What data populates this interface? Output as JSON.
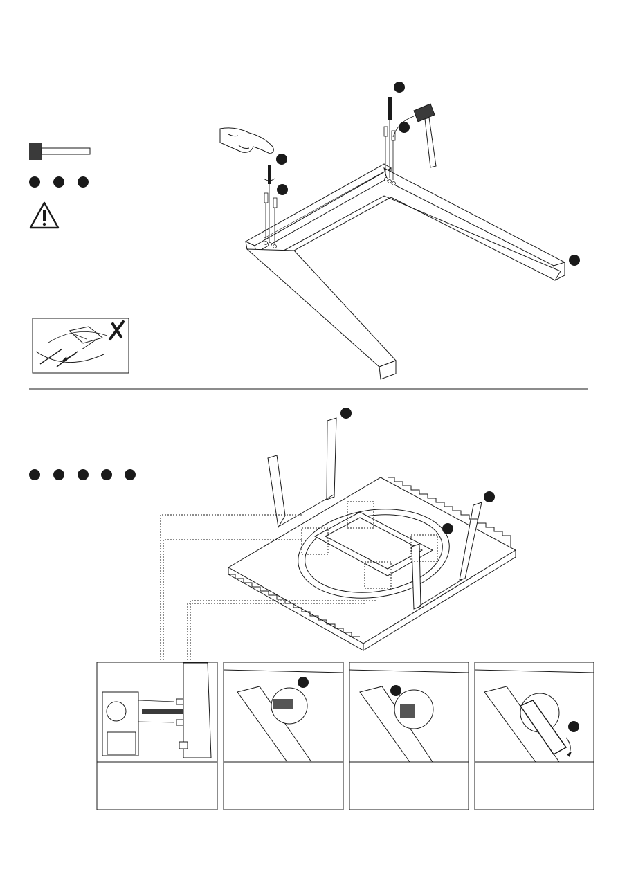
{
  "page": {
    "background": "#ffffff",
    "ink_color": "#1a1a1a",
    "dark_fill": "#3a3a3a"
  },
  "step_top": {
    "tools": [
      "rubber-mallet-icon"
    ],
    "part_markers_count": 3,
    "warning": "warning-triangle-icon",
    "incorrect_example": "cross-mark-icon",
    "labels": []
  },
  "step_bottom": {
    "part_markers_count": 5,
    "detail_panels_count": 4,
    "labels": []
  }
}
